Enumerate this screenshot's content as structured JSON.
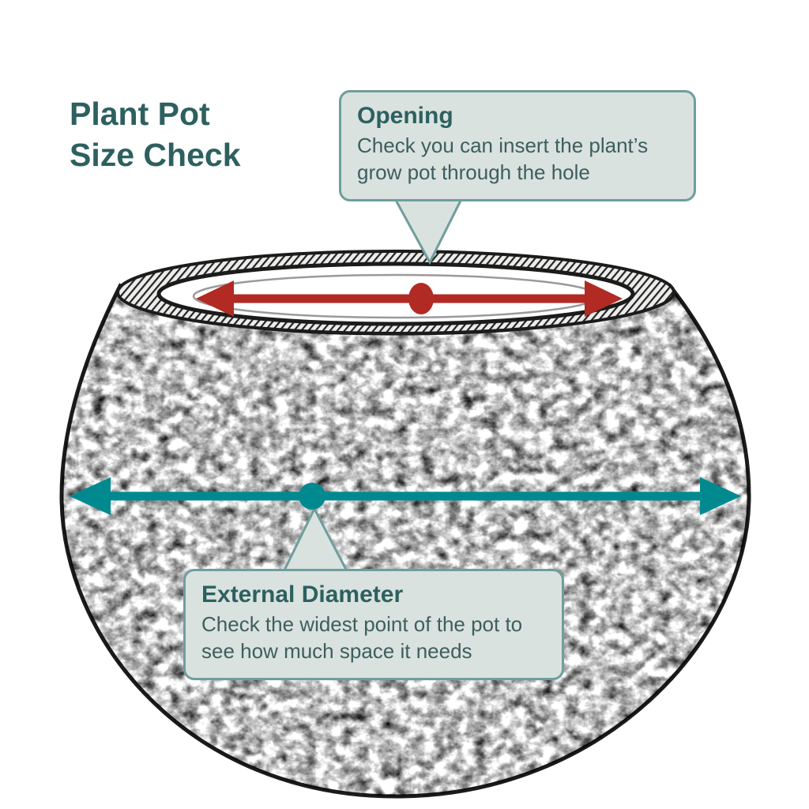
{
  "title": {
    "line1": "Plant Pot",
    "line2": "Size Check"
  },
  "callouts": {
    "opening": {
      "heading": "Opening",
      "body": "Check you can insert the plant’s grow pot through the hole"
    },
    "external_diameter": {
      "heading": "External Diameter",
      "body": "Check the widest point of the pot to see how much space it needs"
    }
  },
  "colors": {
    "title_text": "#2d605f",
    "heading_text": "#2d605f",
    "body_text": "#3e5e5d",
    "callout_bg": "#d9e2df",
    "callout_border": "#6f9e9c",
    "opening_arrow": "#b12a24",
    "diameter_arrow": "#008a90",
    "sketch_line": "#1b1b1b"
  }
}
